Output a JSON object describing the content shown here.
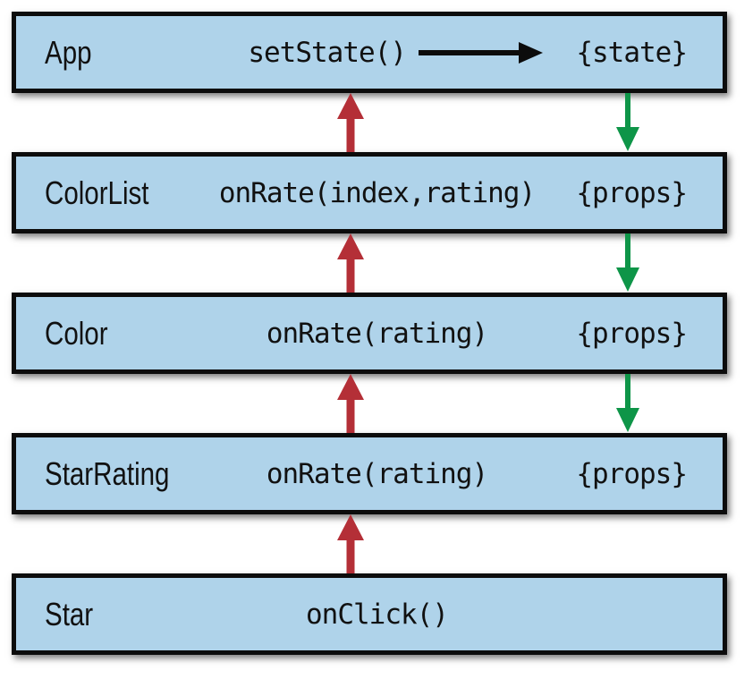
{
  "diagram": {
    "description": "React component hierarchy data-flow diagram: events passed up via callbacks (red arrows), data passed down via props (green arrows)",
    "rows": [
      {
        "label": "App",
        "code": "setState()",
        "right": "{state}"
      },
      {
        "label": "ColorList",
        "code": "onRate(index,rating)",
        "right": "{props}"
      },
      {
        "label": "Color",
        "code": "onRate(rating)",
        "right": "{props}"
      },
      {
        "label": "StarRating",
        "code": "onRate(rating)",
        "right": "{props}"
      },
      {
        "label": "Star",
        "code": "onClick()",
        "right": ""
      }
    ],
    "arrows": {
      "up_arrow_gaps": [
        1,
        2,
        3,
        4
      ],
      "down_arrow_gaps": [
        1,
        2,
        3
      ],
      "black_arrow_row": "App"
    }
  },
  "colors": {
    "background": "#ffffff",
    "box_fill": "#afd3ea",
    "box_border": "#0c0c0c",
    "text": "#111111",
    "arrow_up": "#b42f37",
    "arrow_down": "#0e9548",
    "arrow_black": "#0c0c0c"
  }
}
